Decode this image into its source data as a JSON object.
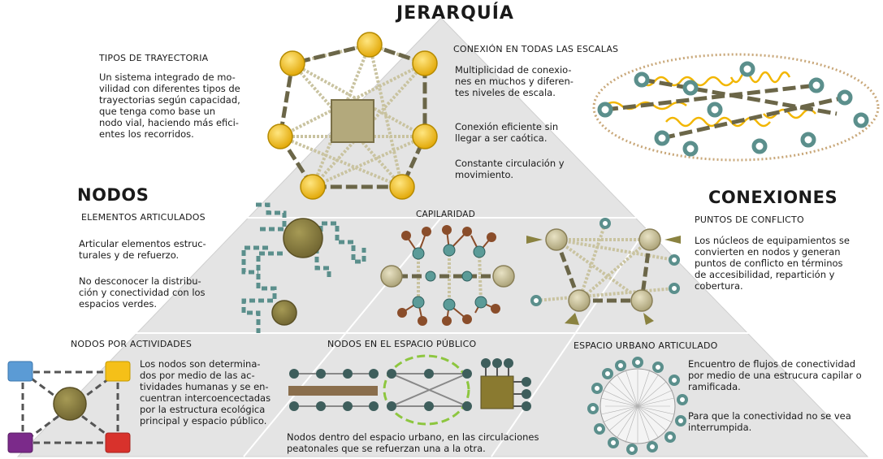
{
  "title": "JERARQUÍA",
  "headings": {
    "nodos": "NODOS",
    "conexiones": "CONEXIONES"
  },
  "sections": {
    "tipos": {
      "heading": "TIPOS DE TRAYECTORIA",
      "text": "Un sistema integrado de mo-\nvilidad con diferentes tipos de\ntrayectorias según capacidad,\nque tenga como base  un\nnodo vial, haciendo más efici-\nentes los recorridos."
    },
    "conexion_escalas": {
      "heading": "CONEXIÓN EN TODAS LAS ESCALAS",
      "p1": "Multiplicidad de conexio-\nnes en muchos y diferen-\ntes niveles de escala.",
      "p2": "Conexión eficiente sin\nllegar a ser caótica.",
      "p3": "Constante circulación y\nmovimiento."
    },
    "elementos": {
      "heading": "ELEMENTOS ARTICULADOS",
      "p1": "Articular elementos estruc-\nturales y de refuerzo.",
      "p2": "No desconocer la distribu-\nción y  conectividad con los\nespacios verdes."
    },
    "capilaridad": {
      "heading": "CAPILARIDAD"
    },
    "puntos": {
      "heading": "PUNTOS DE CONFLICTO",
      "text": "Los núcleos de equipamientos se\nconvierten en nodos y generan\npuntos de conflicto en términos\nde accesibilidad, repartición y\ncobertura."
    },
    "actividades": {
      "heading": "NODOS POR ACTIVIDADES",
      "text": "Los nodos son determina-\ndos por medio de las ac-\ntividades humanas y se en-\ncuentran intercoencectadas\npor la estructura ecológica\nprincipal y espacio público."
    },
    "espacio_publico": {
      "heading": "NODOS EN EL ESPACIO PÚBLICO",
      "text": "Nodos dentro del espacio urbano, en las circulaciones\npeatonales que se refuerzan una a la otra."
    },
    "urbano": {
      "heading": "ESPACIO URBANO ARTICULADO",
      "p1": "Encuentro de flujos de conectividad\npor medio de una estrucura capilar o\nramificada.",
      "p2": "Para que la conectividad no se vea\ninterrumpida."
    }
  },
  "colors": {
    "pyramid": "#e3e3e3",
    "yellow_node": "#f2b600",
    "olive_node": "#8a7d3c",
    "khaki_node": "#c9c199",
    "teal_node": "#5b8f8c",
    "dark_link": "#6b6648",
    "red_square": "#d8322c",
    "blue_square": "#5b9bd5",
    "purple_square": "#7b2a8a",
    "yellow_square": "#f5c018",
    "green_ellipse": "#8dc63f"
  }
}
